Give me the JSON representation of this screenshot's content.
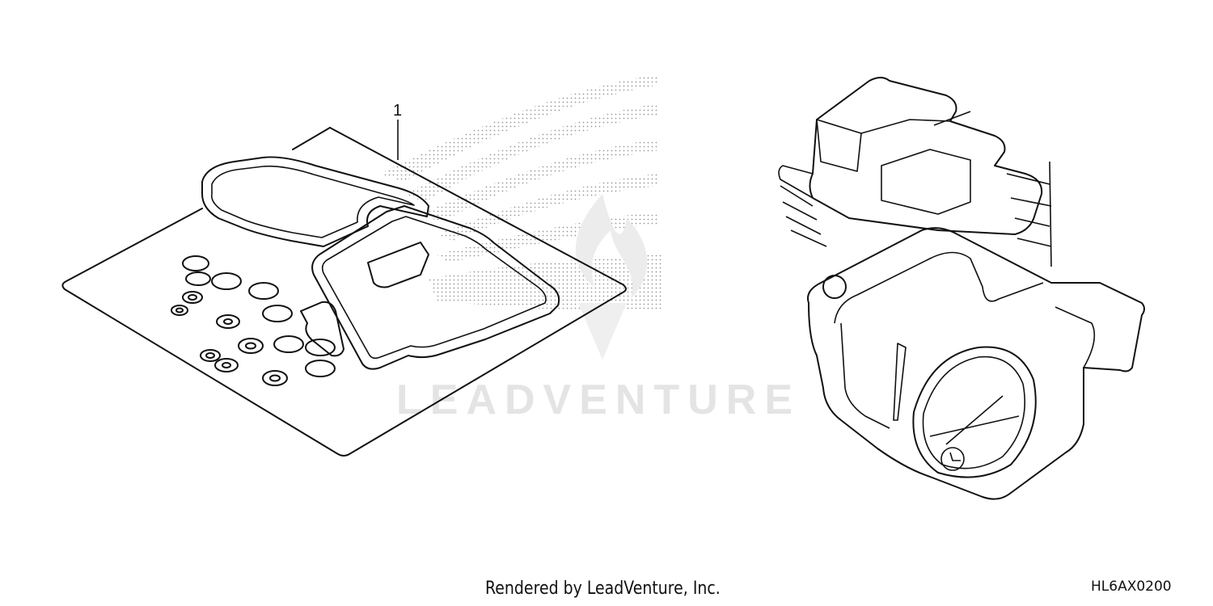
{
  "callouts": [
    {
      "id": "1",
      "label": "1"
    }
  ],
  "watermark": {
    "text": "LEADVENTURE"
  },
  "footer": {
    "credit": "Rendered by LeadVenture, Inc.",
    "diagram_code": "HL6AX0200"
  }
}
